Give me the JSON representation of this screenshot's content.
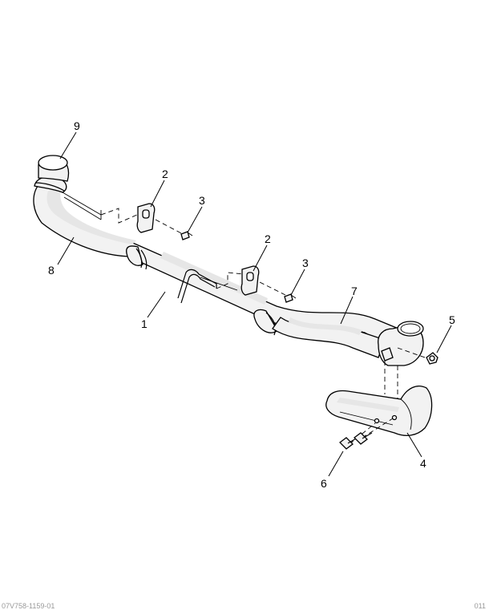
{
  "figure": {
    "callouts": [
      {
        "id": "callout-9",
        "label": "9"
      },
      {
        "id": "callout-2a",
        "label": "2"
      },
      {
        "id": "callout-3a",
        "label": "3"
      },
      {
        "id": "callout-8",
        "label": "8"
      },
      {
        "id": "callout-2b",
        "label": "2"
      },
      {
        "id": "callout-3b",
        "label": "3"
      },
      {
        "id": "callout-1",
        "label": "1"
      },
      {
        "id": "callout-7",
        "label": "7"
      },
      {
        "id": "callout-5",
        "label": "5"
      },
      {
        "id": "callout-4",
        "label": "4"
      },
      {
        "id": "callout-6",
        "label": "6"
      }
    ]
  },
  "footer": {
    "left_code": "07V758-1159-01",
    "right_code": "011"
  }
}
